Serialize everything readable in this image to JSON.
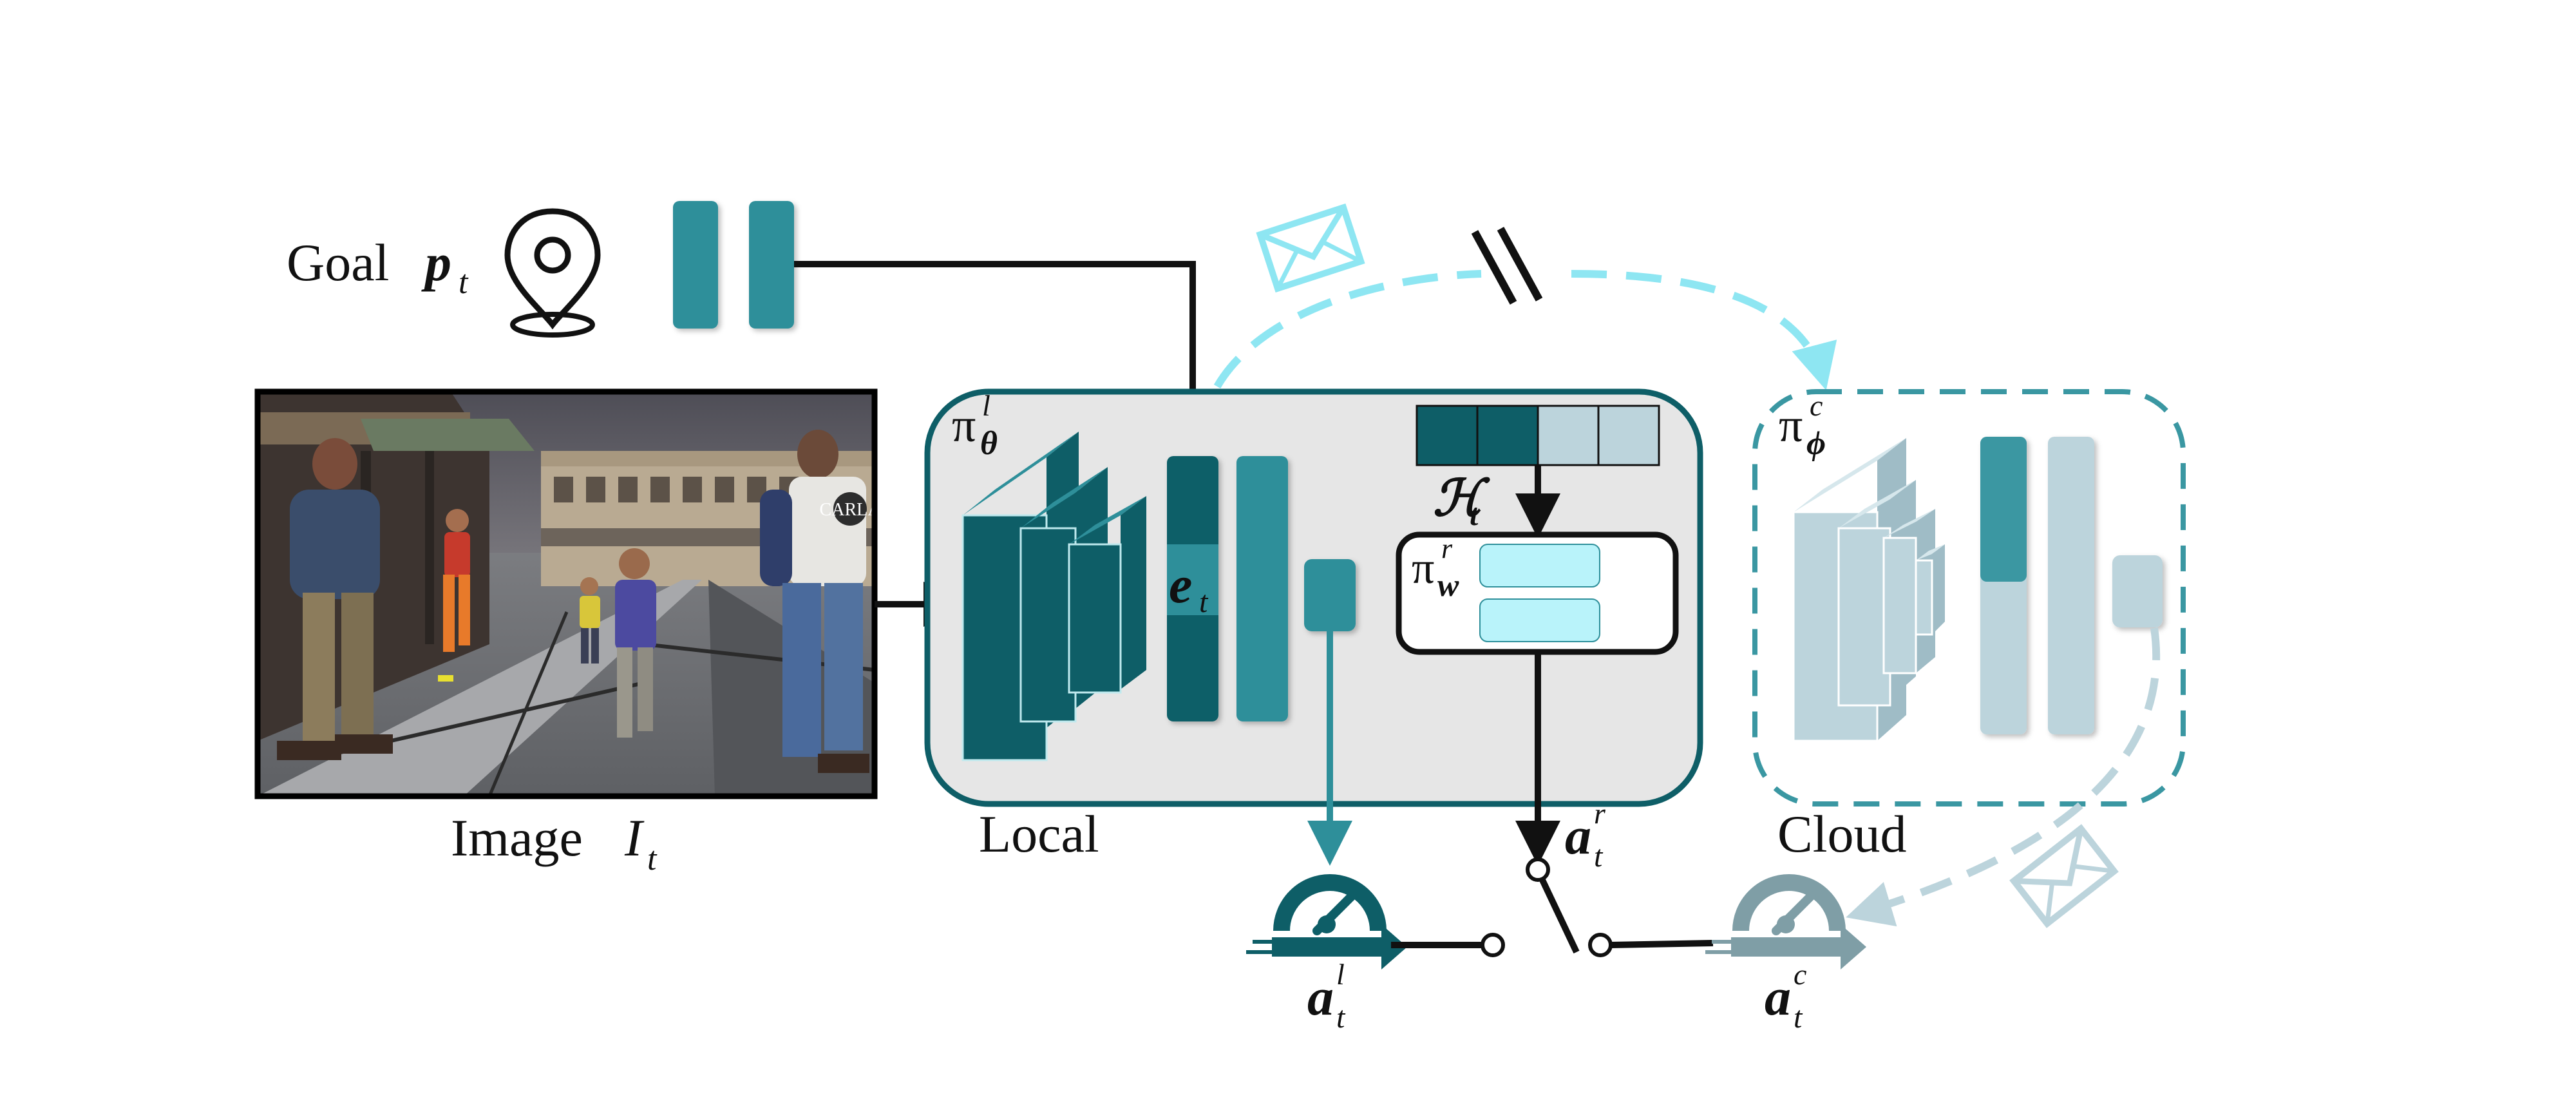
{
  "labels": {
    "goal_word": "Goal",
    "goal_symbol": "p",
    "goal_sub": "t",
    "image_word": "Image",
    "image_symbol": "I",
    "image_sub": "t",
    "local": "Local",
    "cloud": "Cloud",
    "pi": "π",
    "pi_local_sup": "l",
    "pi_local_sub": "θ",
    "pi_router_sup": "r",
    "pi_router_sub": "w",
    "pi_cloud_sup": "c",
    "pi_cloud_sub": "ϕ",
    "embedding": "e",
    "embedding_sub": "t",
    "history": "ℋ",
    "history_sub": "t",
    "action": "a",
    "action_sub": "t",
    "action_local_sup": "l",
    "action_router_sup": "r",
    "action_cloud_sup": "c",
    "image_watermark": "CARLA"
  },
  "colors": {
    "teal_dark": "#0e5e67",
    "teal": "#2e8f9a",
    "teal_light": "#b9e8f0",
    "cyan_dashed": "#8ee6f2",
    "cloud_gray": "#bcd4dc",
    "cloud_teal": "#3a97a2",
    "panel_bg": "#e6e6e6",
    "panel_border": "#0e5e67"
  },
  "icons": [
    "location-pin-icon",
    "envelope-icon",
    "speedometer-icon",
    "break-link-icon"
  ]
}
